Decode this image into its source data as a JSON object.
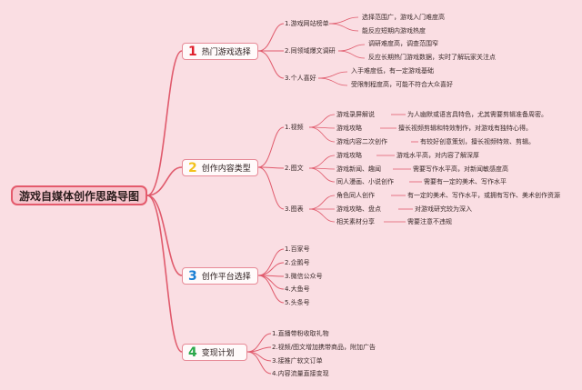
{
  "root": {
    "title": "游戏自媒体创作思路导图"
  },
  "colors": {
    "line": "#e05a6c",
    "num1": "#e0202c",
    "num2": "#f2c21b",
    "num3": "#1a7fd4",
    "num4": "#2aa84a"
  },
  "main": [
    {
      "num": "1",
      "label": "热门游戏选择",
      "children": [
        {
          "label": "1.游戏网站榜单",
          "notes": [
            "选择范围广，游戏入门难度高",
            "能反应短期内游戏热度"
          ]
        },
        {
          "label": "2.同领域爆文调研",
          "notes": [
            "调研难度高，调查范围窄",
            "反应长期热门游戏数据，实时了解玩家关注点"
          ]
        },
        {
          "label": "3.个人喜好",
          "notes": [
            "入手难度低，有一定游戏基础",
            "受限制程度高，可能不符合大众喜好"
          ]
        }
      ]
    },
    {
      "num": "2",
      "label": "创作内容类型",
      "children": [
        {
          "label": "1.视频",
          "items": [
            {
              "name": "游戏录屏解说",
              "note": "为人幽默或语言具特色，尤其需要剪辑准备周密。"
            },
            {
              "name": "游戏攻略",
              "note": "擅长视频剪辑和特效制作，对游戏有独特心得。"
            },
            {
              "name": "游戏内容二次创作",
              "note": "有较好创意策划，擅长视频特效、剪辑。"
            }
          ]
        },
        {
          "label": "2.图文",
          "items": [
            {
              "name": "游戏攻略",
              "note": "游戏水平高，对内容了解深厚"
            },
            {
              "name": "游戏新闻、趣闻",
              "note": "需要写作水平高，对新闻敏感度高"
            },
            {
              "name": "同人漫画、小说创作",
              "note": "需要有一定的美术、写作水平"
            }
          ]
        },
        {
          "label": "3.图表",
          "items": [
            {
              "name": "角色同人创作",
              "note": "有一定的美术、写作水平，或拥有写作、美术创作资源"
            },
            {
              "name": "游戏攻略、盘点",
              "note": "对游戏研究较为深入"
            },
            {
              "name": "相关素材分享",
              "note": "需要注意不违规"
            }
          ]
        }
      ]
    },
    {
      "num": "3",
      "label": "创作平台选择",
      "children": [
        {
          "label": "1.百家号"
        },
        {
          "label": "2.企鹅号"
        },
        {
          "label": "3.微信公众号"
        },
        {
          "label": "4.大鱼号"
        },
        {
          "label": "5.头条号"
        }
      ]
    },
    {
      "num": "4",
      "label": "变现计划",
      "children": [
        {
          "label": "1.直播带粉收取礼物"
        },
        {
          "label": "2.视频/图文增加携带商品，附加广告"
        },
        {
          "label": "3.接推广软文订单"
        },
        {
          "label": "4.内容流量直接变现"
        }
      ]
    }
  ]
}
